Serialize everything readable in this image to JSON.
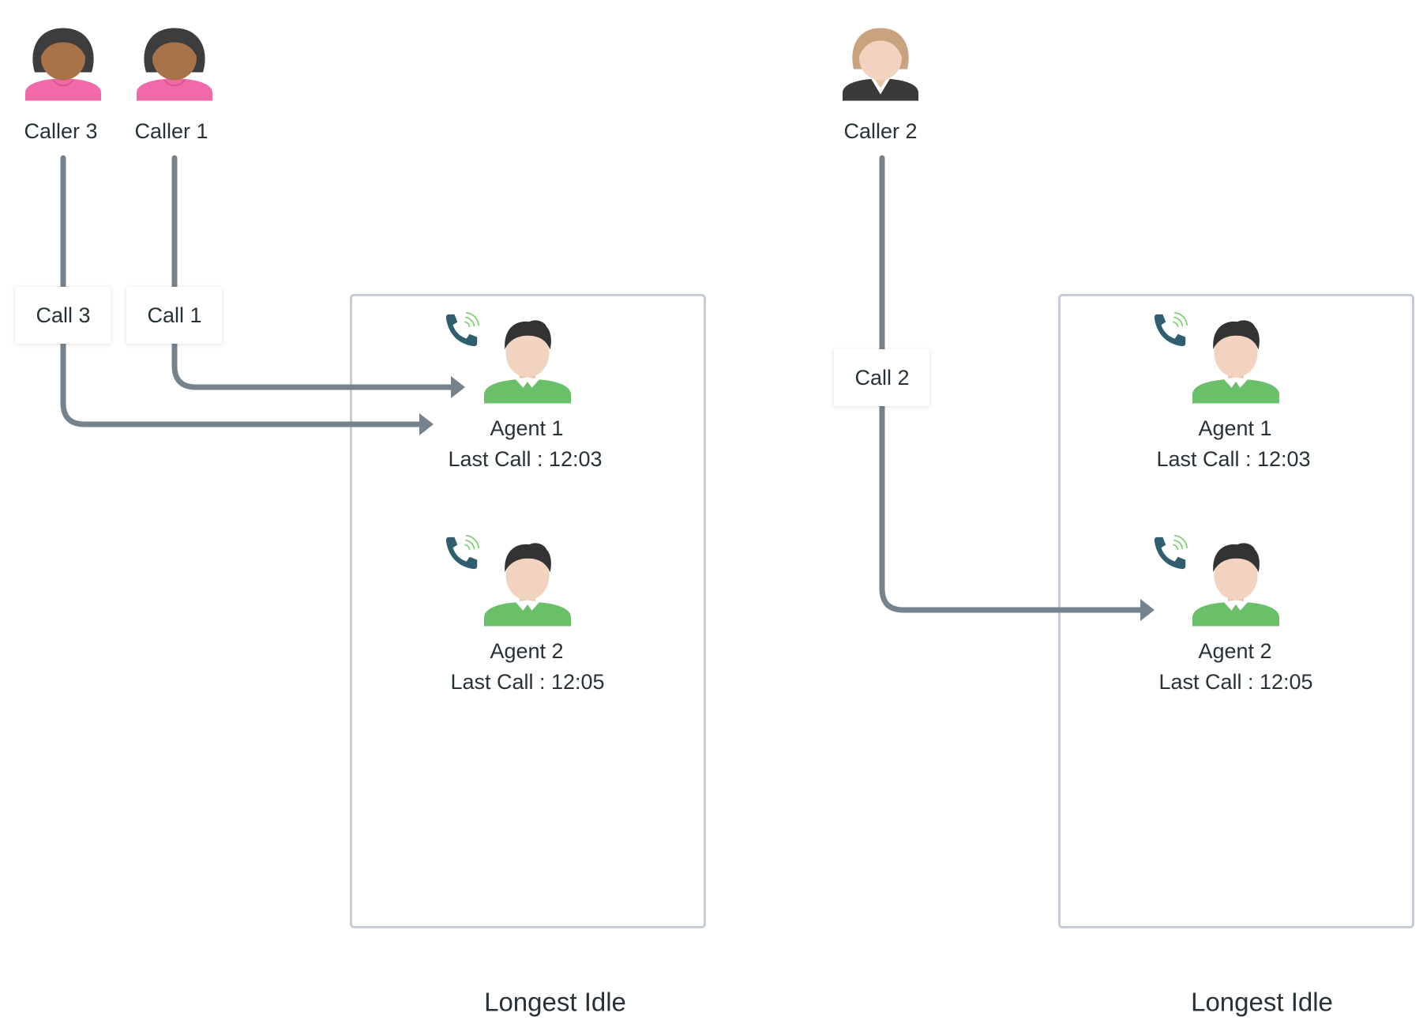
{
  "callers": [
    {
      "id": "caller-3",
      "name": "Caller 3",
      "style": "pink"
    },
    {
      "id": "caller-1",
      "name": "Caller 1",
      "style": "pink"
    },
    {
      "id": "caller-2",
      "name": "Caller 2",
      "style": "dark"
    }
  ],
  "calls": [
    {
      "id": "call-3",
      "label": "Call 3"
    },
    {
      "id": "call-1",
      "label": "Call 1"
    },
    {
      "id": "call-2",
      "label": "Call 2"
    }
  ],
  "panels": [
    {
      "caption": "Longest Idle",
      "agents": [
        {
          "name": "Agent 1",
          "last_call": "Last Call : 12:03"
        },
        {
          "name": "Agent 2",
          "last_call": "Last Call : 12:05"
        }
      ]
    },
    {
      "caption": "Longest Idle",
      "agents": [
        {
          "name": "Agent 1",
          "last_call": "Last Call : 12:03"
        },
        {
          "name": "Agent 2",
          "last_call": "Last Call : 12:05"
        }
      ]
    }
  ],
  "icons": {
    "caller_pink": "female-caller-pink-icon",
    "caller_dark": "female-caller-dark-suit-icon",
    "agent": "male-agent-icon",
    "phone": "ringing-phone-icon"
  },
  "colors": {
    "connector": "#75838f",
    "panel_border": "#c6cdd5",
    "agent_shirt": "#6abf69",
    "pink_shirt": "#f06aa9",
    "phone": "#2f5f6e",
    "phone_waves": "#7ccf6f"
  }
}
